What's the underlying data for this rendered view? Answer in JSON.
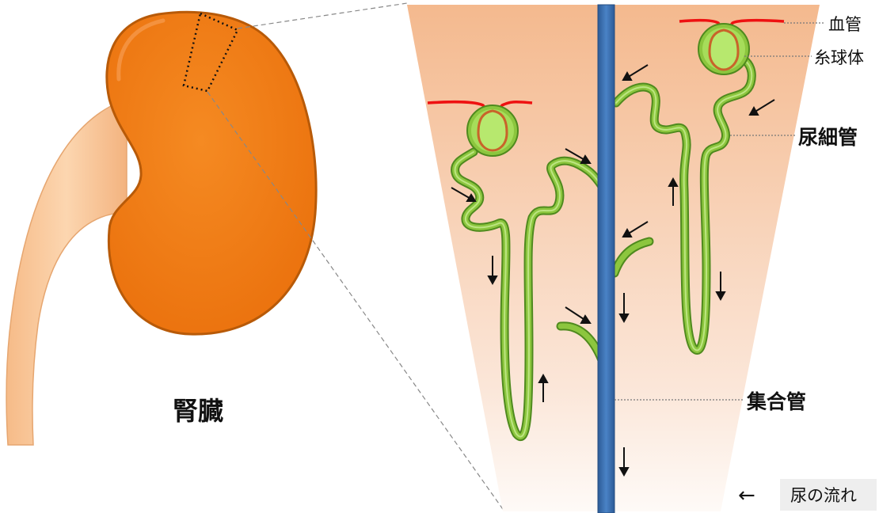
{
  "labels": {
    "kidney": "腎臓",
    "blood_vessel": "血管",
    "glomerulus": "糸球体",
    "renal_tubule": "尿細管",
    "collecting_duct": "集合管",
    "urine_flow": "尿の流れ"
  },
  "legend": {
    "arrow_glyph": "←"
  },
  "colors": {
    "kidney": "#f07a14",
    "kidney_outline": "#b85a08",
    "ureter": "#f9c596",
    "tubule": "#8cc63e",
    "tubule_dark": "#4f8a1e",
    "glomerulus": "#a6dd5a",
    "glomerulus_ring": "#c8642a",
    "blood_vessel": "#ee1111",
    "collecting_duct": "#3f73b5",
    "tissue_top": "#f4b98e",
    "tissue_bottom": "#fdf4ee",
    "legend_box": "#eeeeee"
  }
}
